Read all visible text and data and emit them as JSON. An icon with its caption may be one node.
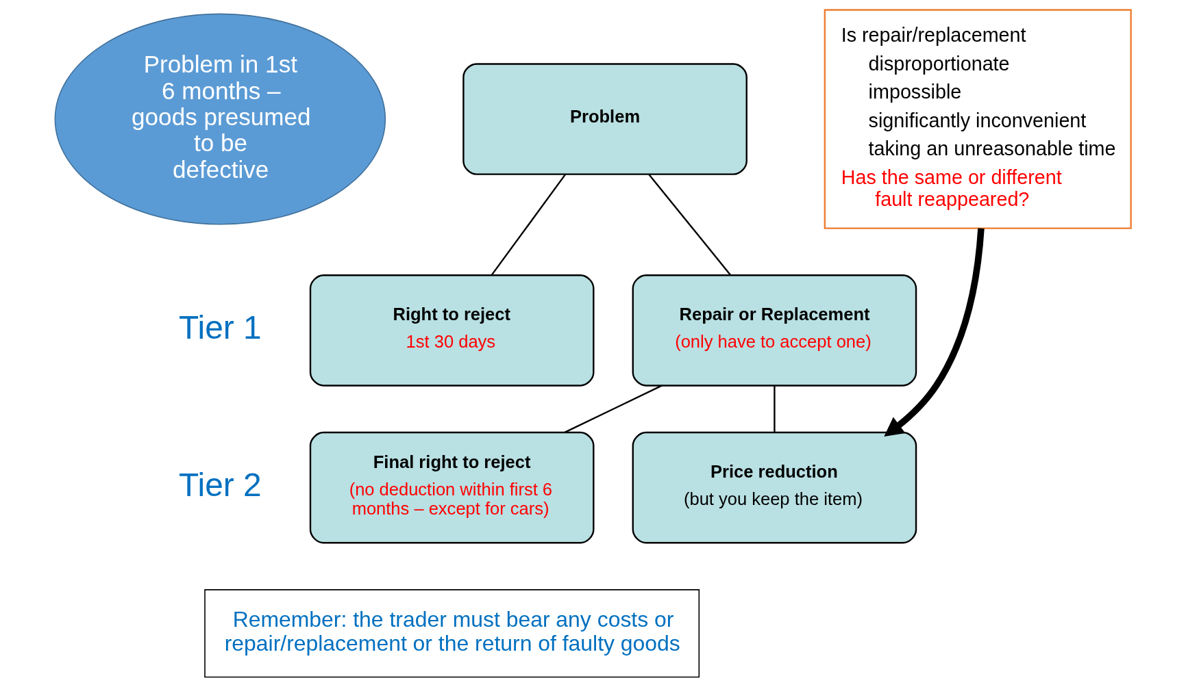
{
  "diagram": {
    "nodes": [
      {
        "text": [
          "Problem in 1st 6 months – goods presumed to be defective"
        ]
      },
      {
        "text": [
          "Problem"
        ]
      },
      {
        "text": [
          "Right to reject",
          "1st 30 days"
        ]
      },
      {
        "text": [
          "Repair or Replacement",
          "(only have to accept one)"
        ]
      },
      {
        "text": [
          "Final right to reject",
          "(no deduction within first 6 months – except for cars)"
        ]
      },
      {
        "text": [
          "Price reduction",
          "(but you keep the item)"
        ]
      },
      {
        "text": [
          "Is repair/replacement",
          "disproportionate",
          "impossible",
          "significantly inconvenient",
          "taking an unreasonable time",
          "Has the same or different fault reappeared?"
        ]
      },
      {
        "text": [
          "Remember: the trader must bear any costs or repair/replacement or the return of faulty goods"
        ]
      }
    ],
    "edges": [
      {
        "from": 1,
        "to": 2,
        "arrow": "none"
      },
      {
        "from": 1,
        "to": 3,
        "arrow": "none"
      },
      {
        "from": 3,
        "to": 4,
        "arrow": "none"
      },
      {
        "from": 3,
        "to": 5,
        "arrow": "none"
      },
      {
        "from": 6,
        "to": 5,
        "arrow": "to",
        "style": "thick"
      }
    ],
    "labels": [
      "Tier 1",
      "Tier 2"
    ]
  }
}
